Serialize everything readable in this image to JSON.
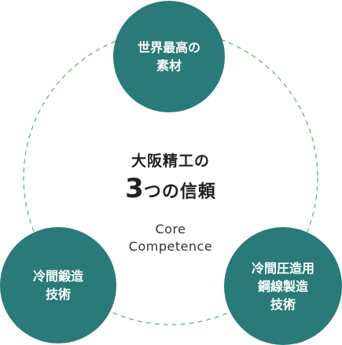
{
  "colors": {
    "node_fill": "#2a7a7a",
    "ring_stroke": "#6cb56c",
    "center_text": "#222222"
  },
  "center": {
    "line1": "大阪精工の",
    "line2_number": "3",
    "line2_rest": "つの信頼",
    "sub_line1": "Core",
    "sub_line2": "Competence"
  },
  "nodes": {
    "top": {
      "line1": "世界最高の",
      "line2": "素材"
    },
    "left": {
      "line1": "冷間鍛造",
      "line2": "技術"
    },
    "right": {
      "line1": "冷間圧造用",
      "line2": "鋼線製造",
      "line3": "技術"
    }
  }
}
